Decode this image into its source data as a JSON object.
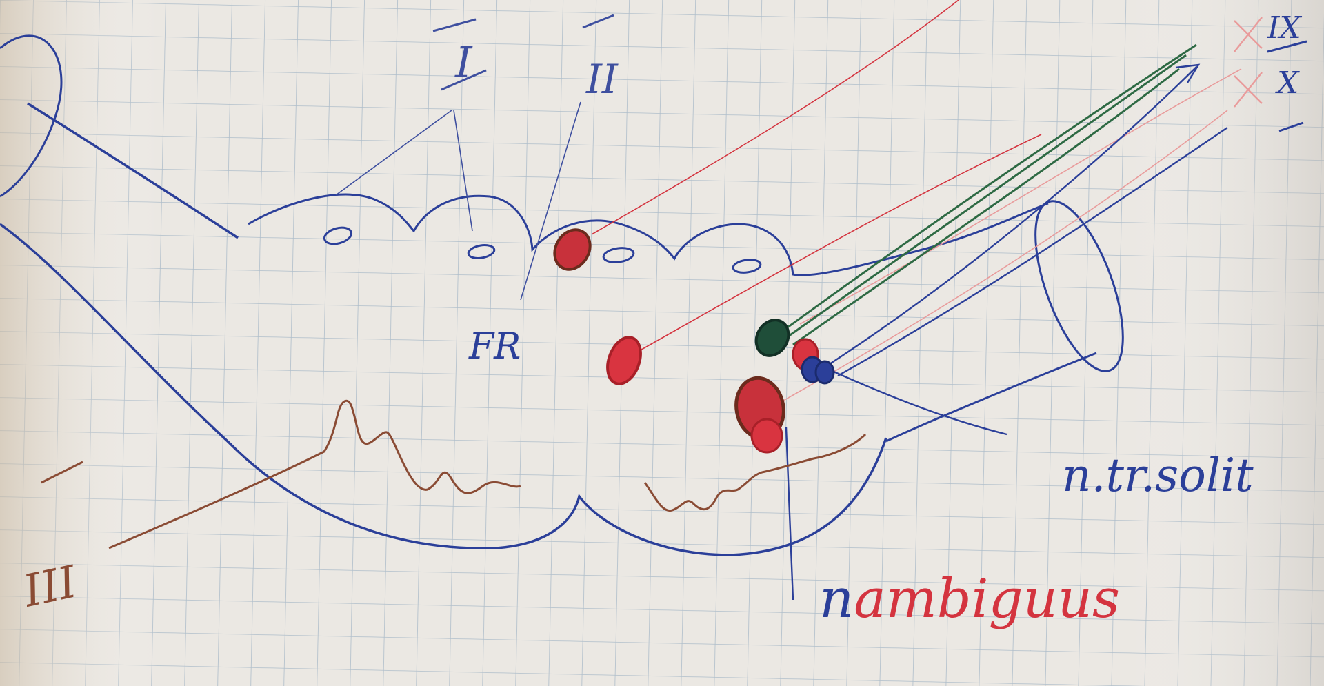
{
  "labels": {
    "roman_1": "I",
    "roman_2": "II",
    "roman_3": "III",
    "roman_9": "IX",
    "roman_10": "X",
    "fr": "FR",
    "n_tr_solit": "n.tr.solit",
    "n_ambiguus_n": "n",
    "n_ambiguus_rest": "ambiguus"
  },
  "colors": {
    "paper": "#ebe8e3",
    "grid": "#a9b9c7",
    "blue_ink": "#2b3f99",
    "red_ink": "#d4343f",
    "brown_ink": "#8a4b34",
    "green_ink": "#2e6a44",
    "pale_red": "#e99b9b"
  }
}
